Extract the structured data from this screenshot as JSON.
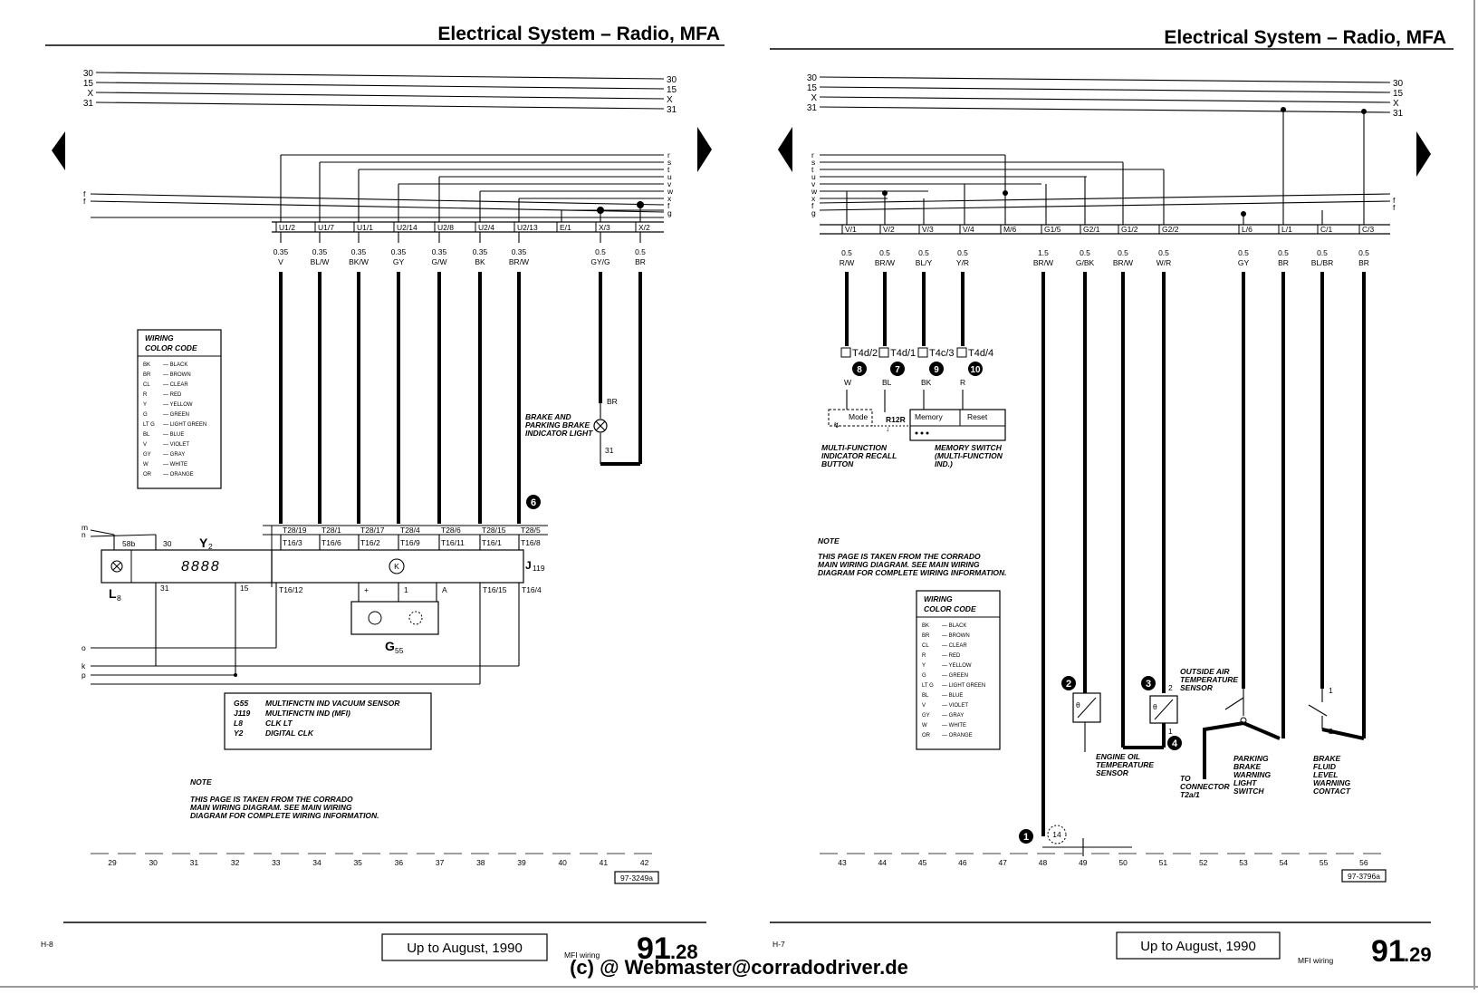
{
  "left_page": {
    "header": "Electrical System – Radio, MFA",
    "bus_labels_left": [
      "30",
      "15",
      "X",
      "31"
    ],
    "bus_labels_right": [
      "30",
      "15",
      "X",
      "31"
    ],
    "side_letters_right": [
      "r",
      "s",
      "t",
      "u",
      "v",
      "w",
      "x",
      "f",
      "g"
    ],
    "side_letters_left": [
      "f",
      "f"
    ],
    "top_connectors": [
      "U1/2",
      "U1/7",
      "U1/1",
      "U2/14",
      "U2/8",
      "U2/4",
      "U2/13",
      "E/1",
      "X/3",
      "X/2"
    ],
    "wires": [
      {
        "size": "0.35",
        "color": "V"
      },
      {
        "size": "0.35",
        "color": "BL/W"
      },
      {
        "size": "0.35",
        "color": "BK/W"
      },
      {
        "size": "0.35",
        "color": "GY"
      },
      {
        "size": "0.35",
        "color": "G/W"
      },
      {
        "size": "0.35",
        "color": "BK"
      },
      {
        "size": "0.35",
        "color": "BR/W"
      },
      {
        "size": "0.5",
        "color": "GY/G"
      },
      {
        "size": "0.5",
        "color": "BR"
      }
    ],
    "t28_terminals": [
      "T28/19",
      "T28/1",
      "T28/17",
      "T28/4",
      "T28/6",
      "T28/15",
      "T28/5"
    ],
    "t16_terminals": [
      "T16/3",
      "T16/6",
      "T16/2",
      "T16/9",
      "T16/11",
      "T16/1",
      "T16/8"
    ],
    "t16_bottom": [
      "T16/12",
      "T16/15",
      "T16/4"
    ],
    "sensor_pins": [
      "+",
      "1",
      "A"
    ],
    "y2_label": "Y2",
    "display_text": "8888",
    "pin_58b": "58b",
    "pin_30": "30",
    "pin_31": "31",
    "pin_15": "15",
    "l8_label": "L8",
    "j119_label": "J119",
    "k_symbol": "K",
    "g55_label": "G55",
    "side_letters_mid_left": [
      "m",
      "n"
    ],
    "side_letters_low_left": [
      "o",
      "k",
      "p"
    ],
    "brake_light_label": "BRAKE AND PARKING BRAKE INDICATOR LIGHT",
    "br_label": "BR",
    "gnd_31": "31",
    "marker_6": "6",
    "color_code": {
      "title": "WIRING COLOR CODE",
      "entries": [
        [
          "BK",
          "BLACK"
        ],
        [
          "BR",
          "BROWN"
        ],
        [
          "CL",
          "CLEAR"
        ],
        [
          "R",
          "RED"
        ],
        [
          "Y",
          "YELLOW"
        ],
        [
          "G",
          "GREEN"
        ],
        [
          "LT G",
          "LIGHT GREEN"
        ],
        [
          "BL",
          "BLUE"
        ],
        [
          "V",
          "VIOLET"
        ],
        [
          "GY",
          "GRAY"
        ],
        [
          "W",
          "WHITE"
        ],
        [
          "OR",
          "ORANGE"
        ]
      ]
    },
    "legend": [
      [
        "G55",
        "MULTIFNCTN IND VACUUM SENSOR"
      ],
      [
        "J119",
        "MULTIFNCTN IND (MFI)"
      ],
      [
        "L8",
        "CLK LT"
      ],
      [
        "Y2",
        "DIGITAL CLK"
      ]
    ],
    "note_title": "NOTE",
    "note_text": "THIS PAGE IS TAKEN FROM THE CORRADO MAIN WIRING DIAGRAM. SEE MAIN WIRING DIAGRAM FOR COMPLETE WIRING INFORMATION.",
    "grid_numbers": [
      "29",
      "30",
      "31",
      "32",
      "33",
      "34",
      "35",
      "36",
      "37",
      "38",
      "39",
      "40",
      "41",
      "42"
    ],
    "ref_code": "97-3249a",
    "footer_code": "H-8",
    "footer_box": "Up to August, 1990",
    "footer_small": "MFI wiring",
    "page_major": "91",
    "page_minor": ".28"
  },
  "right_page": {
    "header": "Electrical System – Radio, MFA",
    "bus_labels_left": [
      "30",
      "15",
      "X",
      "31"
    ],
    "bus_labels_right": [
      "30",
      "15",
      "X",
      "31"
    ],
    "side_letters_left": [
      "r",
      "s",
      "t",
      "u",
      "v",
      "w",
      "x",
      "f",
      "g"
    ],
    "side_letters_right": [
      "f",
      "f"
    ],
    "top_connectors": [
      "V/1",
      "V/2",
      "V/3",
      "V/4",
      "M/6",
      "G1/5",
      "G2/1",
      "G1/2",
      "G2/2",
      "L/6",
      "L/1",
      "C/1",
      "C/3"
    ],
    "wires": [
      {
        "size": "0.5",
        "color": "R/W"
      },
      {
        "size": "0.5",
        "color": "BR/W"
      },
      {
        "size": "0.5",
        "color": "BL/Y"
      },
      {
        "size": "0.5",
        "color": "Y/R"
      },
      {
        "size": "1.5",
        "color": "BR/W"
      },
      {
        "size": "0.5",
        "color": "G/BK"
      },
      {
        "size": "0.5",
        "color": "BR/W"
      },
      {
        "size": "0.5",
        "color": "W/R"
      },
      {
        "size": "0.5",
        "color": "GY"
      },
      {
        "size": "0.5",
        "color": "BR"
      },
      {
        "size": "0.5",
        "color": "BL/BR"
      },
      {
        "size": "0.5",
        "color": "BR"
      }
    ],
    "t4_terminals": [
      "T4d/2",
      "T4d/1",
      "T4c/3",
      "T4d/4"
    ],
    "t4_markers": [
      "8",
      "7",
      "9",
      "10"
    ],
    "t4_colors": [
      "W",
      "BL",
      "BK",
      "R"
    ],
    "mode_label": "Mode",
    "memory_label": "Memory",
    "reset_label": "Reset",
    "recall_code": "R12R",
    "recall_button_label": "MULTI-FUNCTION INDICATOR RECALL BUTTON",
    "memory_switch_label": "MEMORY SWITCH (MULTI-FUNCTION IND.)",
    "note_title": "NOTE",
    "note_text": "THIS PAGE IS TAKEN FROM THE CORRADO MAIN WIRING DIAGRAM. SEE MAIN WIRING DIAGRAM FOR COMPLETE WIRING INFORMATION.",
    "color_code": {
      "title": "WIRING COLOR CODE",
      "entries": [
        [
          "BK",
          "BLACK"
        ],
        [
          "BR",
          "BROWN"
        ],
        [
          "CL",
          "CLEAR"
        ],
        [
          "R",
          "RED"
        ],
        [
          "Y",
          "YELLOW"
        ],
        [
          "G",
          "GREEN"
        ],
        [
          "LT G",
          "LIGHT GREEN"
        ],
        [
          "BL",
          "BLUE"
        ],
        [
          "V",
          "VIOLET"
        ],
        [
          "GY",
          "GRAY"
        ],
        [
          "W",
          "WHITE"
        ],
        [
          "OR",
          "ORANGE"
        ]
      ]
    },
    "marker_1": "1",
    "marker_2": "2",
    "marker_3": "3",
    "marker_4": "4",
    "ground_14": "14",
    "oil_sensor_label": "ENGINE OIL TEMPERATURE SENSOR",
    "outside_air_label": "OUTSIDE AIR TEMPERATURE SENSOR",
    "connector_label": "TO CONNECTOR T2a/1",
    "parking_brake_label": "PARKING BRAKE WARNING LIGHT SWITCH",
    "brake_fluid_label": "BRAKE FLUID LEVEL WARNING CONTACT",
    "pin_2": "2",
    "pin_1": "1",
    "theta": "θ",
    "grid_numbers": [
      "43",
      "44",
      "45",
      "46",
      "47",
      "48",
      "49",
      "50",
      "51",
      "52",
      "53",
      "54",
      "55",
      "56"
    ],
    "ref_code": "97-3796a",
    "footer_code": "H-7",
    "footer_box": "Up to August, 1990",
    "footer_small": "MFI wiring",
    "page_major": "91",
    "page_minor": ".29"
  },
  "watermark": "(c) @ Webmaster@corradodriver.de"
}
